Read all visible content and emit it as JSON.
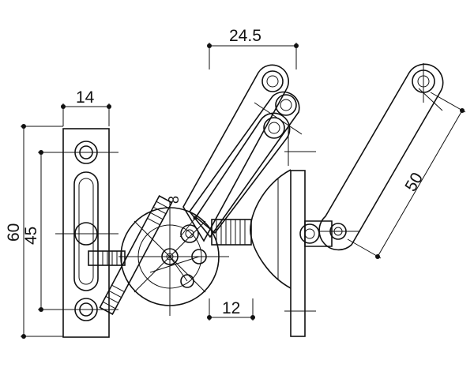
{
  "dimensions": {
    "overall_height": "60",
    "hole_spacing": "45",
    "plate_width": "14",
    "arm_offset": "24.5",
    "hinge_diameter": "8",
    "stem_length": "12",
    "arm_length": "50"
  }
}
